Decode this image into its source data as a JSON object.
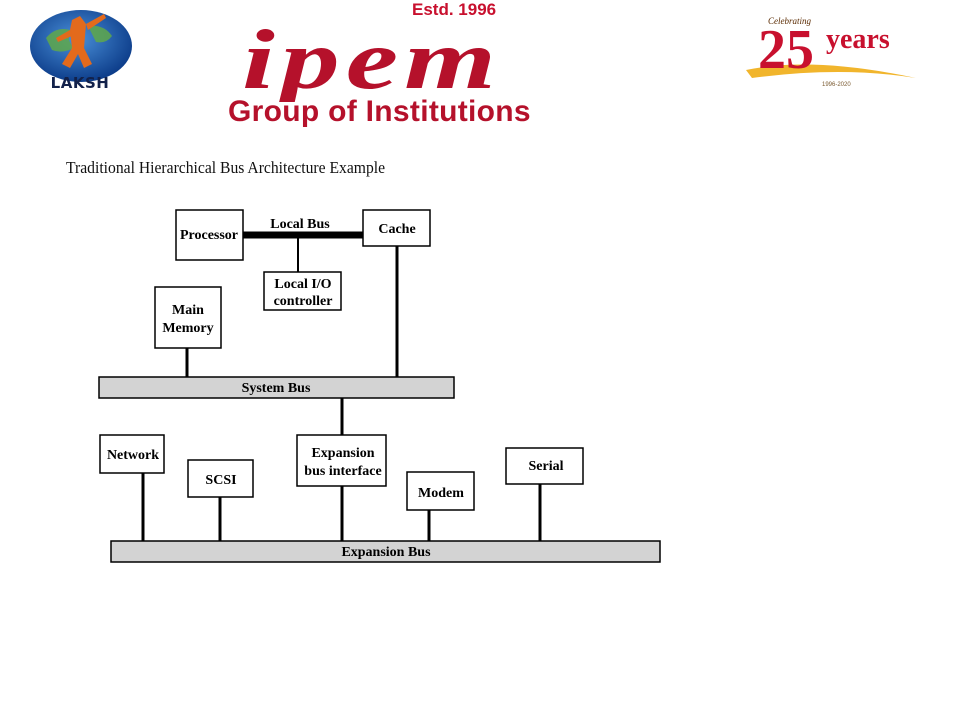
{
  "header": {
    "laksh_label": "LAKSH",
    "estd": "Estd. 1996",
    "brand": "ipem",
    "group": "Group of Institutions",
    "anniv_top": "Celebrating",
    "anniv_number": "25",
    "anniv_word": "years",
    "anniv_range": "1996-2020"
  },
  "diagram": {
    "title": "Traditional Hierarchical Bus Architecture Example",
    "nodes": {
      "processor": "Processor",
      "cache": "Cache",
      "local_io_1": "Local I/O",
      "local_io_2": "controller",
      "main_mem_1": "Main",
      "main_mem_2": "Memory",
      "network": "Network",
      "scsi": "SCSI",
      "expansion_1": "Expansion",
      "expansion_2": "bus interface",
      "modem": "Modem",
      "serial": "Serial"
    },
    "buses": {
      "local": "Local Bus",
      "system": "System Bus",
      "expansion": "Expansion Bus"
    }
  },
  "colors": {
    "brand_red": "#b5112b",
    "bus_fill": "#d3d3d3",
    "laksh_blue": "#1f5fae"
  }
}
